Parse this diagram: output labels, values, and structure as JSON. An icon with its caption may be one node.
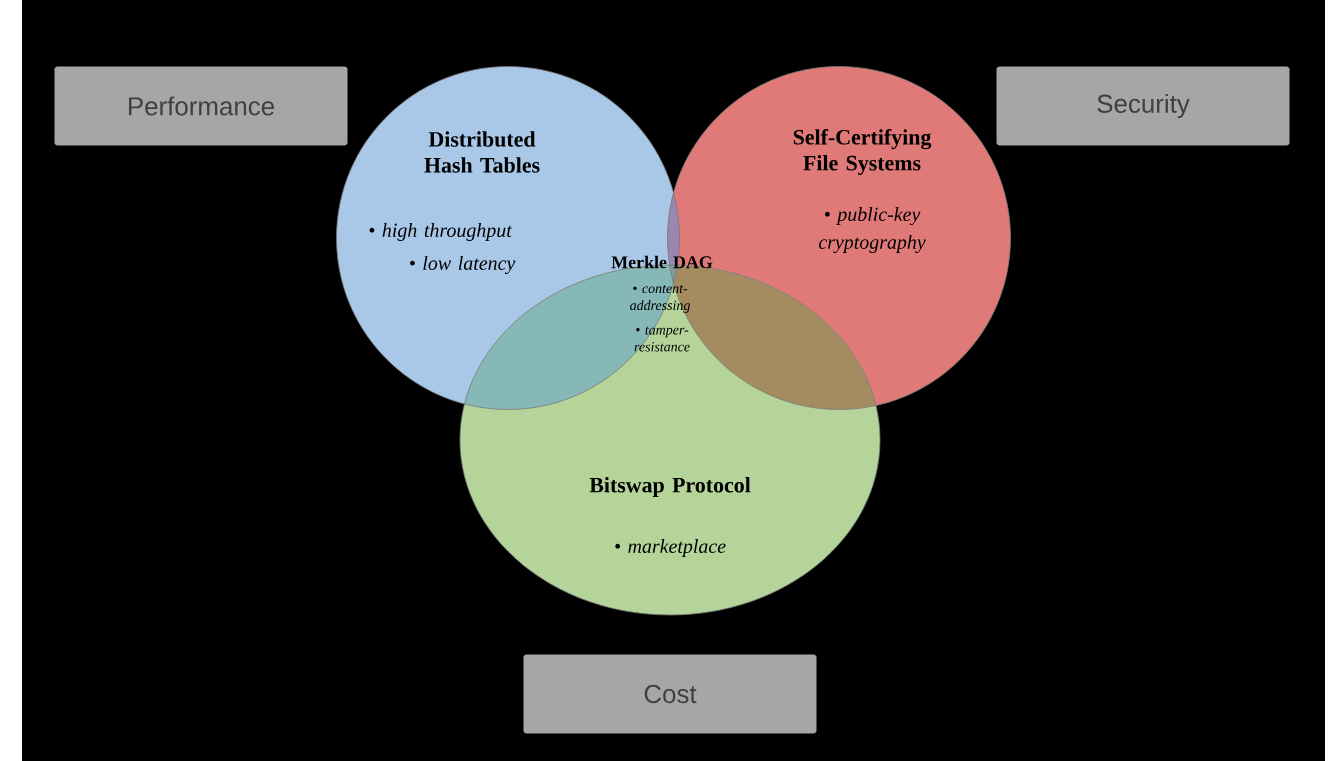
{
  "diagram": {
    "nodes": [
      {
        "text": [
          "Performance"
        ]
      },
      {
        "text": [
          "Security"
        ]
      },
      {
        "text": [
          "Distributed Hash Tables",
          "• high throughput",
          "• low latency"
        ]
      },
      {
        "text": [
          "Self-Certifying File Systems",
          "• public-key cryptography"
        ]
      },
      {
        "text": [
          "Bitswap Protocol",
          "• marketplace"
        ]
      },
      {
        "text": [
          "Cost"
        ]
      }
    ],
    "labels": [
      "Merkle DAG",
      "• content-addressing",
      "• tamper-resistance"
    ]
  }
}
